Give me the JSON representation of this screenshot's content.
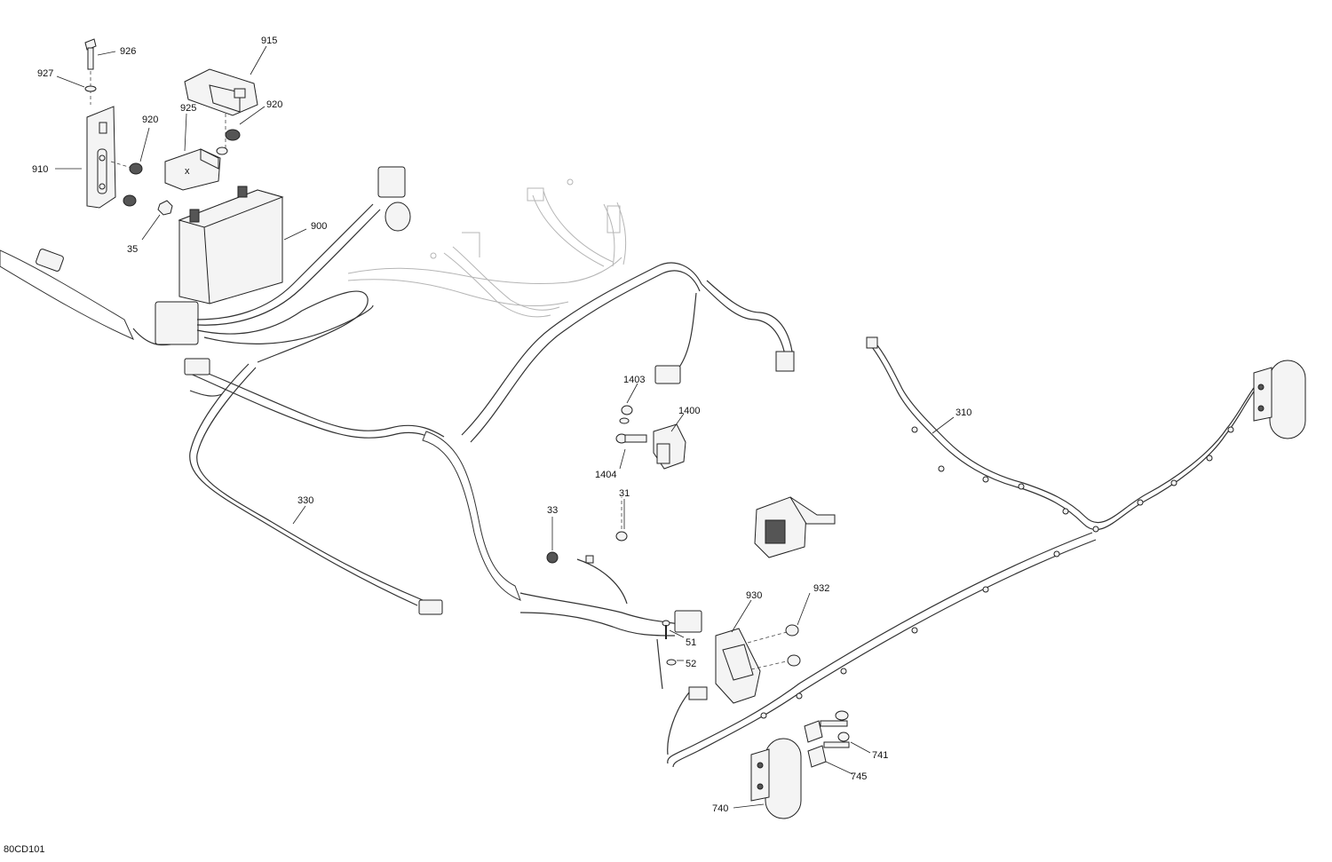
{
  "diagram": {
    "code": "80CD101",
    "callouts": [
      {
        "id": "926",
        "label": "926"
      },
      {
        "id": "927",
        "label": "927"
      },
      {
        "id": "915",
        "label": "915"
      },
      {
        "id": "920a",
        "label": "920"
      },
      {
        "id": "920b",
        "label": "920"
      },
      {
        "id": "925",
        "label": "925"
      },
      {
        "id": "910",
        "label": "910"
      },
      {
        "id": "35",
        "label": "35"
      },
      {
        "id": "900",
        "label": "900"
      },
      {
        "id": "1403",
        "label": "1403"
      },
      {
        "id": "1400",
        "label": "1400"
      },
      {
        "id": "1404",
        "label": "1404"
      },
      {
        "id": "310",
        "label": "310"
      },
      {
        "id": "330",
        "label": "330"
      },
      {
        "id": "33",
        "label": "33"
      },
      {
        "id": "31",
        "label": "31"
      },
      {
        "id": "930",
        "label": "930"
      },
      {
        "id": "932",
        "label": "932"
      },
      {
        "id": "51",
        "label": "51"
      },
      {
        "id": "52",
        "label": "52"
      },
      {
        "id": "741",
        "label": "741"
      },
      {
        "id": "745",
        "label": "745"
      },
      {
        "id": "740",
        "label": "740"
      }
    ]
  }
}
